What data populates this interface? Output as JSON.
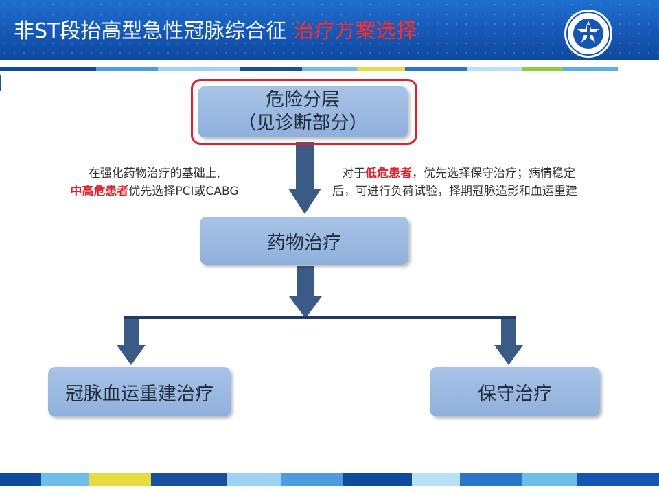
{
  "header": {
    "title_main": "非ST段抬高型急性冠脉综合征",
    "title_sub": "治疗方案选择",
    "logo_icon": "health-ministry-emblem-icon",
    "title_color": "#ffffff",
    "title_sub_color": "#ff2a2a",
    "background_color": "#1556b3"
  },
  "flowchart": {
    "risk_box": {
      "line1": "危险分层",
      "line2": "（见诊断部分）"
    },
    "drug_box": {
      "label": "药物治疗"
    },
    "revasc_box": {
      "label": "冠脉血运重建治疗"
    },
    "conservative_box": {
      "label": "保守治疗"
    },
    "left_note": {
      "line1": "在强化药物治疗的基础上,",
      "line2_highlight": "中高危患者",
      "line2_rest": "优先选择PCI或CABG"
    },
    "right_note": {
      "line1_pre": "对于",
      "line1_highlight": "低危患者",
      "line1_rest": "，优先选择保守治疗；病情稳定",
      "line2": "后，可进行负荷试验，择期冠脉造影和血运重建"
    },
    "box_color": "#9ab8e0",
    "arrow_color": "#3c5a86",
    "highlight_color": "#e0202a"
  }
}
